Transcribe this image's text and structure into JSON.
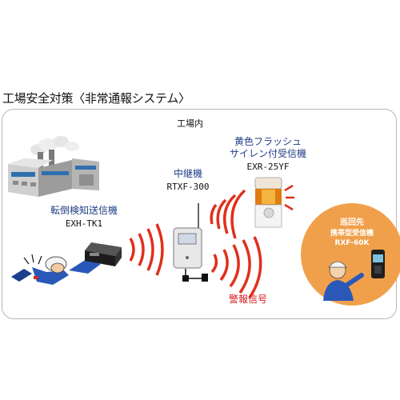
{
  "title": "工場安全対策〈非常通報システム〉",
  "area_label": "工場内",
  "transmitter": {
    "name": "転倒検知送信機",
    "model": "EXH-TK1"
  },
  "repeater": {
    "name": "中継機",
    "model": "RTXF-300"
  },
  "receiver": {
    "name_line1": "黄色フラッシュ",
    "name_line2": "サイレン付受信機",
    "model": "EXR-25YF"
  },
  "patrol": {
    "heading": "巡回先",
    "name": "携帯型受信機",
    "model": "RXF-60K"
  },
  "alarm_label": "警報信号",
  "colors": {
    "wave": "#e0301e",
    "patrol_circle": "#f0a04b",
    "label_blue": "#1f3d86",
    "alarm_red": "#d6171d"
  }
}
